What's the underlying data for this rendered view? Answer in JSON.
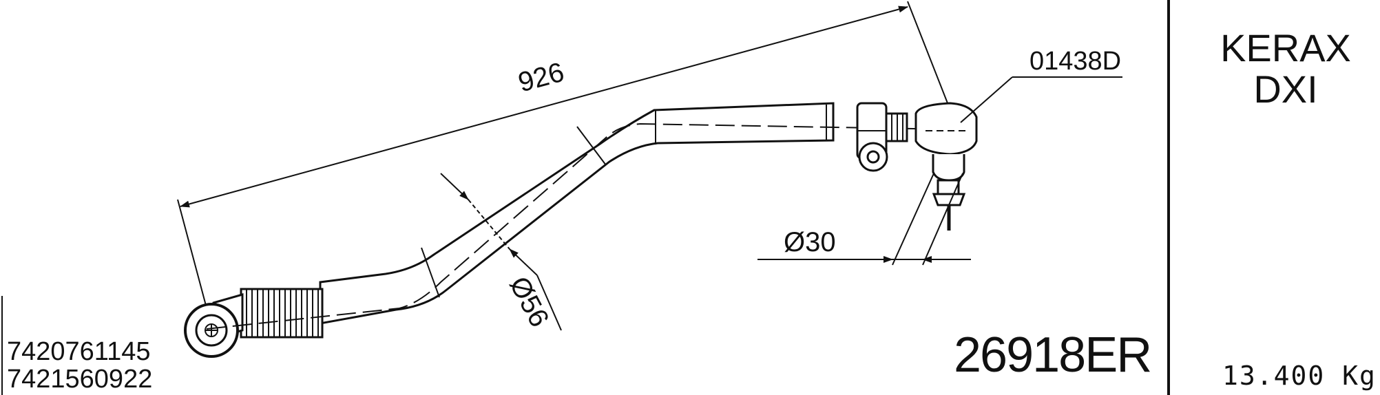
{
  "model": {
    "line1": "KERAX",
    "line2": "DXI"
  },
  "part_number": "26918ER",
  "oem_numbers": [
    "7420761145",
    "7421560922"
  ],
  "weight": "13.400 Kg",
  "component_code": "01438D",
  "dimensions": {
    "length": "926",
    "tube_diameter": "Ø56",
    "pin_diameter": "Ø30"
  },
  "colors": {
    "ink": "#111111",
    "background": "#ffffff"
  }
}
